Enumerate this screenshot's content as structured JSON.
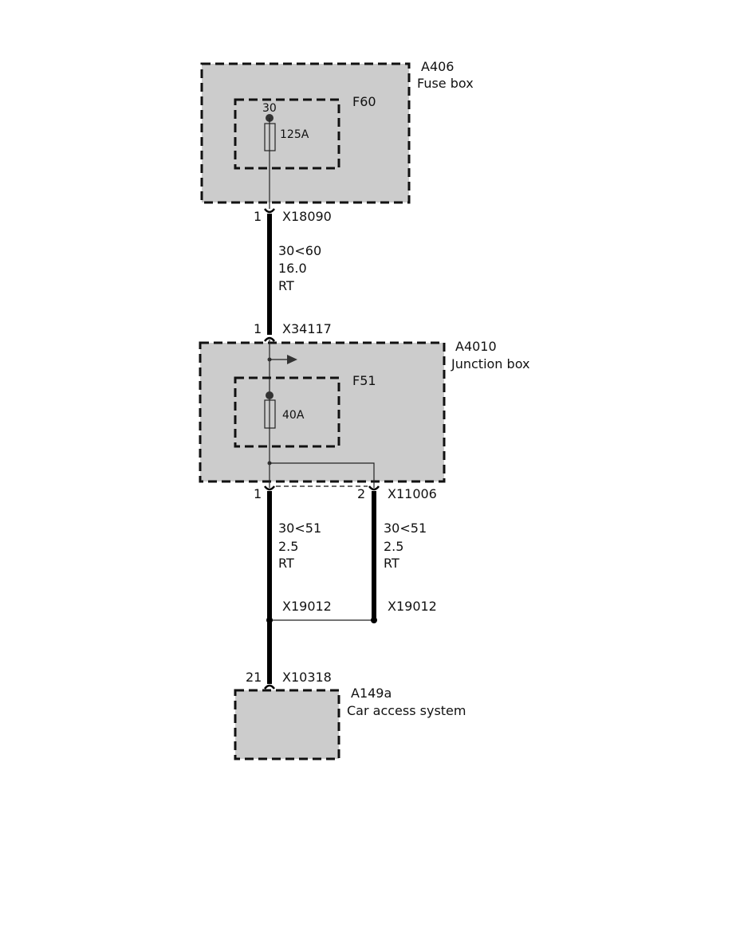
{
  "components": {
    "a406": {
      "id": "A406",
      "name": "Fuse box"
    },
    "f60": {
      "id": "F60",
      "terminal": "30",
      "rating": "125A"
    },
    "a4010": {
      "id": "A4010",
      "name": "Junction box"
    },
    "f51": {
      "id": "F51",
      "rating": "40A"
    },
    "a149a": {
      "id": "A149a",
      "name": "Car access system"
    }
  },
  "connectors": {
    "x18090": {
      "id": "X18090",
      "pin": "1"
    },
    "x34117": {
      "id": "X34117",
      "pin": "1"
    },
    "x11006": {
      "id": "X11006",
      "pin_left": "1",
      "pin_right": "2"
    },
    "x19012_left": {
      "id": "X19012"
    },
    "x19012_right": {
      "id": "X19012"
    },
    "x10318": {
      "id": "X10318",
      "pin": "21"
    }
  },
  "wires": {
    "w1": {
      "circuit": "30<60",
      "size": "16.0",
      "color": "RT"
    },
    "w2": {
      "circuit": "30<51",
      "size": "2.5",
      "color": "RT"
    },
    "w3": {
      "circuit": "30<51",
      "size": "2.5",
      "color": "RT"
    }
  }
}
